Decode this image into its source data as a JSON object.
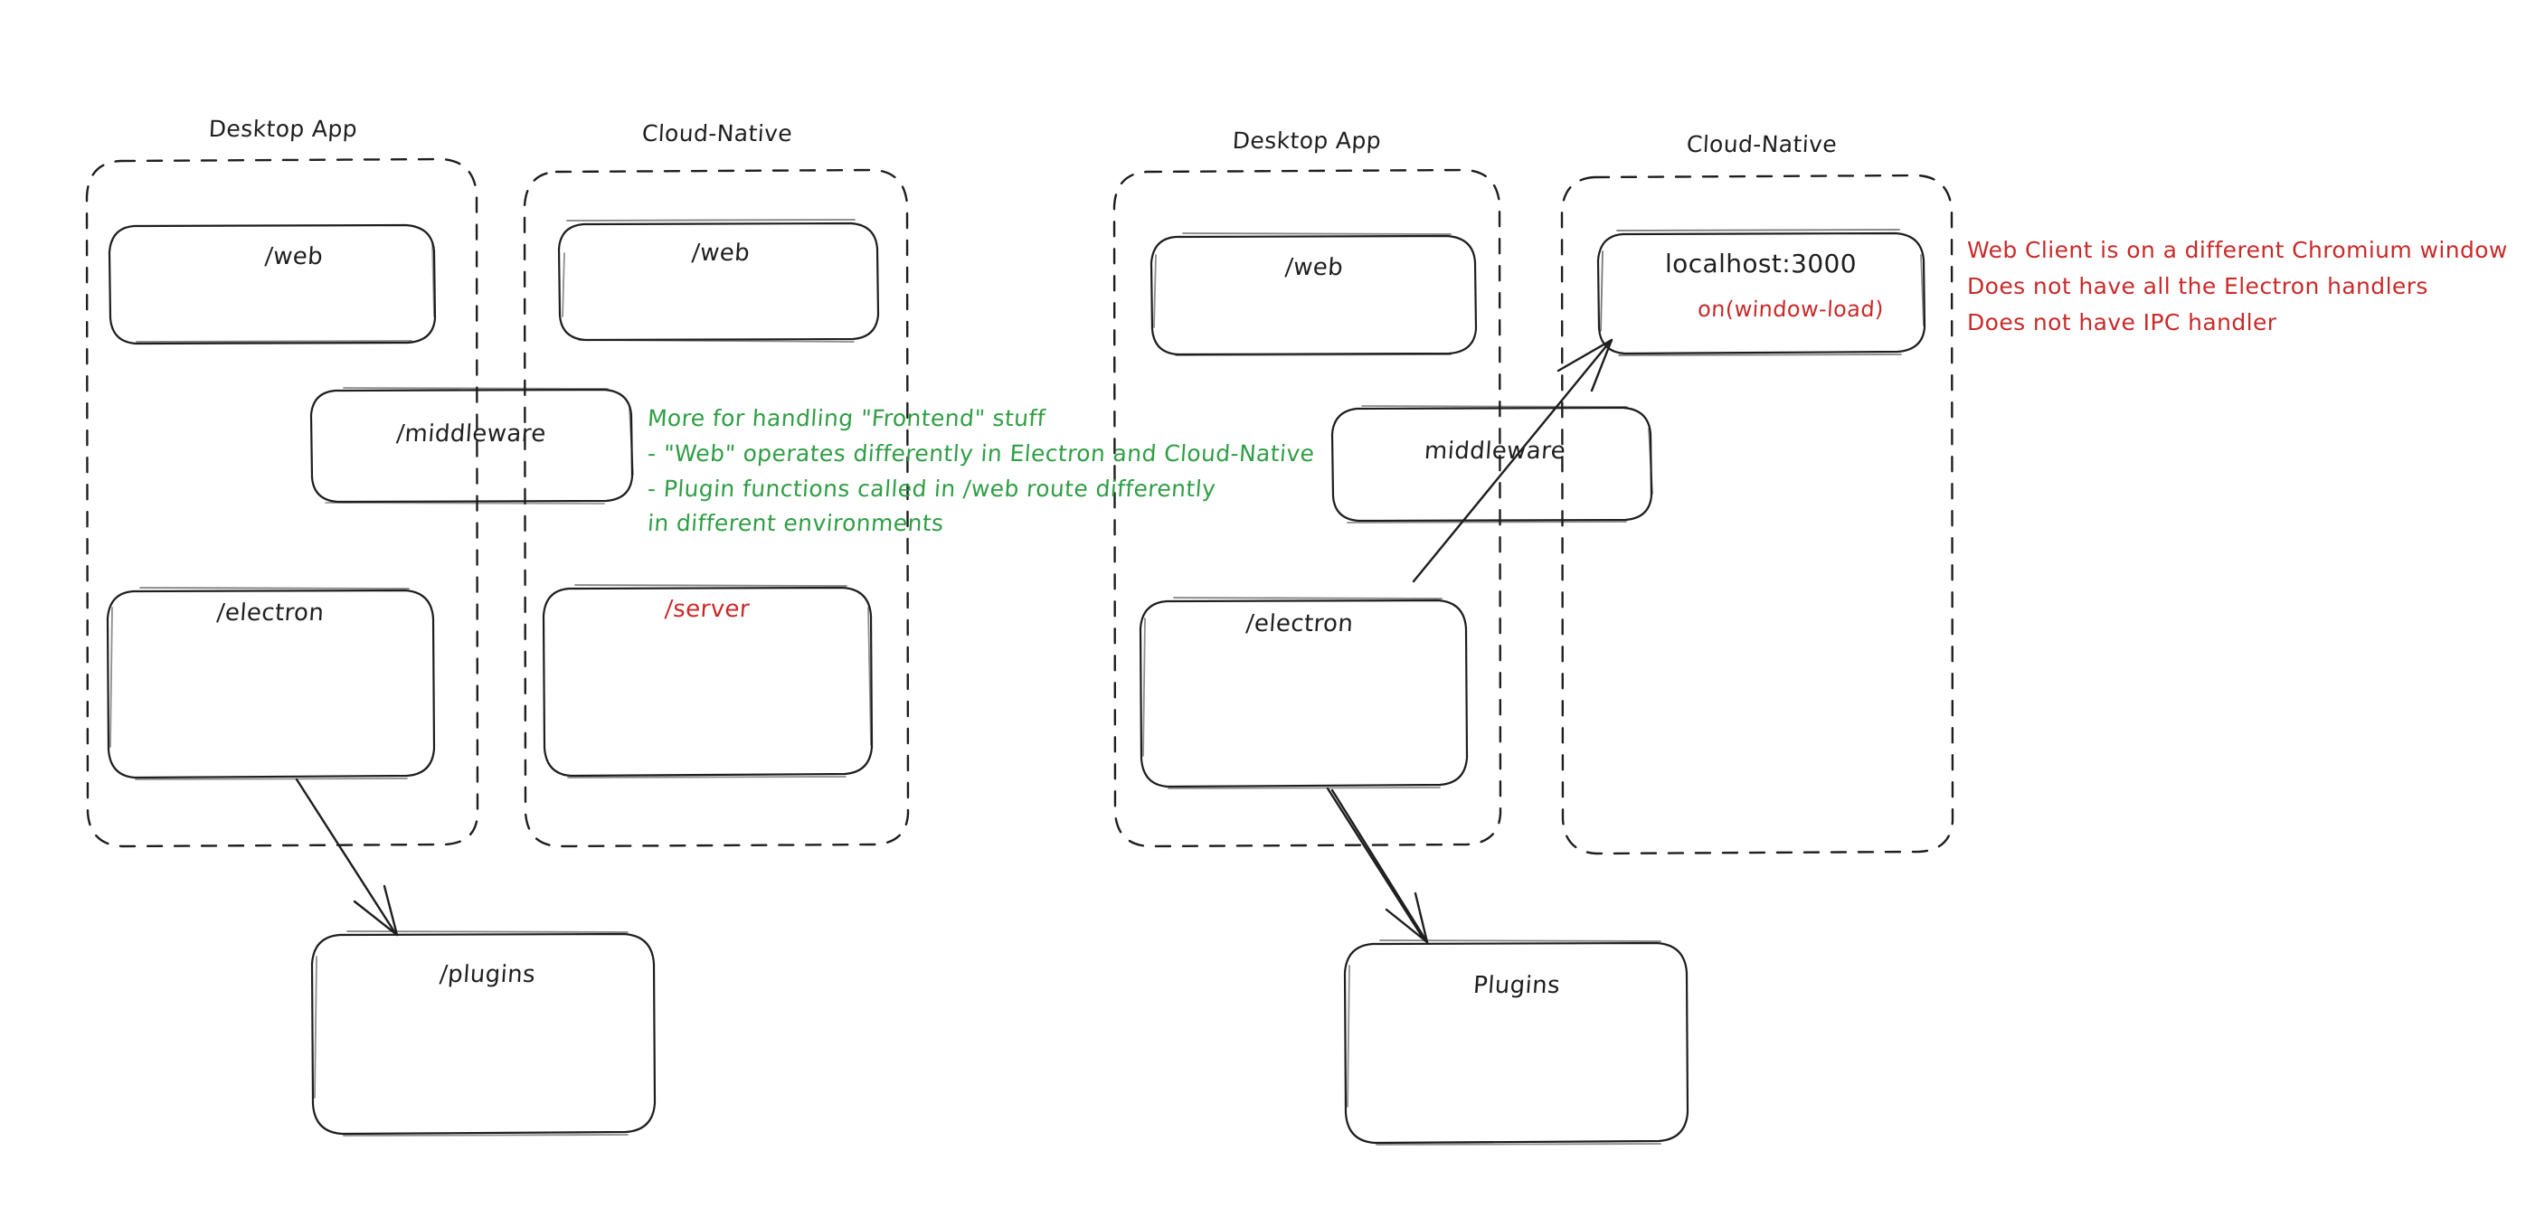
{
  "diagram": {
    "background": "#ffffff",
    "ink_color": "#1e1e1e",
    "green_color": "#2f9e44",
    "red_color": "#c92a2a",
    "left_cluster": {
      "groups": [
        {
          "title": "Desktop App"
        },
        {
          "title": "Cloud-Native"
        }
      ],
      "boxes": [
        {
          "label": "/web",
          "color": "#1e1e1e"
        },
        {
          "label": "/web",
          "color": "#1e1e1e"
        },
        {
          "label": "/middleware",
          "color": "#1e1e1e"
        },
        {
          "label": "/electron",
          "color": "#1e1e1e"
        },
        {
          "label": "/server",
          "color": "#c92a2a"
        },
        {
          "label": "/plugins",
          "color": "#1e1e1e"
        }
      ]
    },
    "right_cluster": {
      "groups": [
        {
          "title": "Desktop App"
        },
        {
          "title": "Cloud-Native"
        }
      ],
      "boxes": [
        {
          "label": "/web",
          "color": "#1e1e1e"
        },
        {
          "label": "localhost:3000",
          "sublabel": "on(window-load)",
          "color": "#1e1e1e",
          "sublabel_color": "#c92a2a"
        },
        {
          "label": "middleware",
          "color": "#1e1e1e"
        },
        {
          "label": "/electron",
          "color": "#1e1e1e"
        },
        {
          "label": "Plugins",
          "color": "#1e1e1e"
        }
      ]
    },
    "notes": {
      "green": {
        "line1": "More for handling \"Frontend\" stuff",
        "line2": "- \"Web\" operates differently in Electron and Cloud-Native",
        "line3": "- Plugin functions called in /web route differently",
        "line4": "in different environments"
      },
      "red": {
        "line1": "Web Client is on a different Chromium window",
        "line2": "Does not have all the Electron handlers",
        "line3": "Does not have IPC handler"
      }
    },
    "arrows": [
      {
        "name": "electron-to-plugins-left"
      },
      {
        "name": "electron-to-localhost-right"
      },
      {
        "name": "electron-to-plugins-right"
      }
    ]
  }
}
